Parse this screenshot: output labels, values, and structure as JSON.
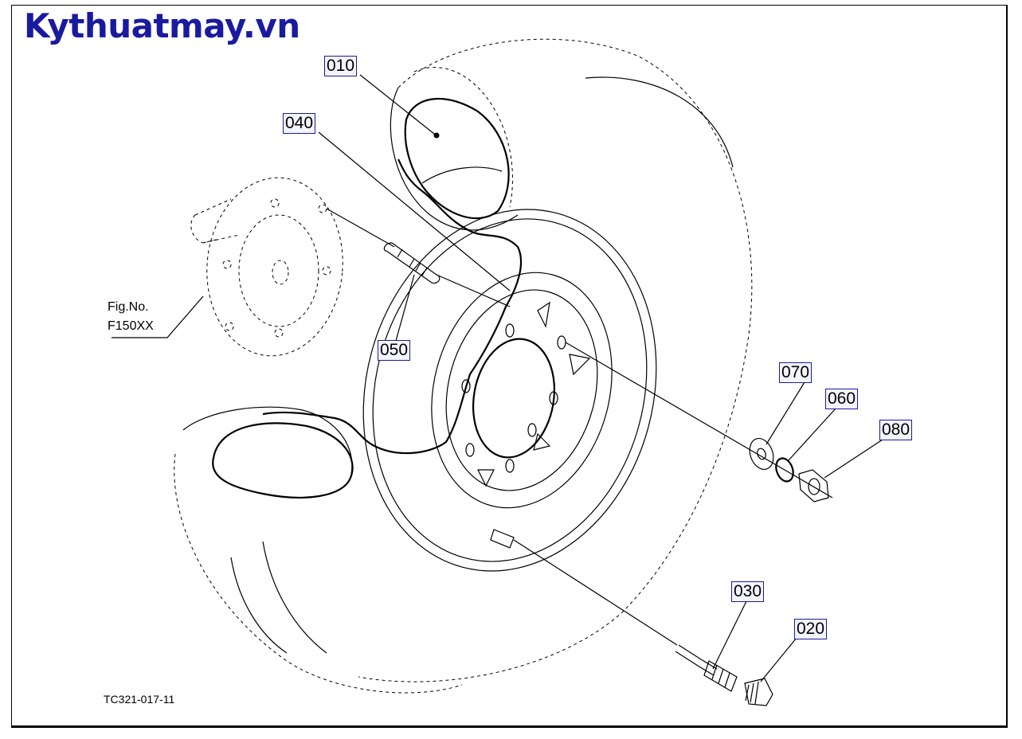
{
  "brand": {
    "text": "Kythuatmay.vn",
    "color": "#1a1aa0"
  },
  "figure_ref": {
    "line1": "Fig.No.",
    "line2": "F150XX"
  },
  "drawing_code": "TC321-017-11",
  "callouts": [
    {
      "id": "010",
      "label": "010"
    },
    {
      "id": "040",
      "label": "040"
    },
    {
      "id": "050",
      "label": "050"
    },
    {
      "id": "070",
      "label": "070"
    },
    {
      "id": "060",
      "label": "060"
    },
    {
      "id": "080",
      "label": "080"
    },
    {
      "id": "030",
      "label": "030"
    },
    {
      "id": "020",
      "label": "020"
    }
  ]
}
